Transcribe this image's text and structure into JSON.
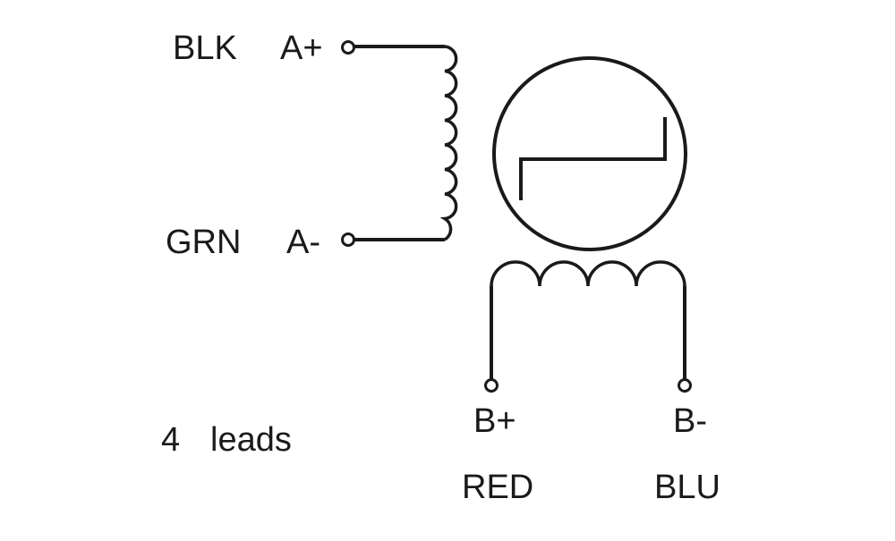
{
  "diagram": {
    "phase_a": {
      "positive_label": "A+",
      "negative_label": "A-",
      "positive_wire_color": "BLK",
      "negative_wire_color": "GRN"
    },
    "phase_b": {
      "positive_label": "B+",
      "negative_label": "B-",
      "positive_wire_color": "RED",
      "negative_wire_color": "BLU"
    },
    "lead_count": "4",
    "lead_word": "leads"
  },
  "colors": {
    "line": "#1a1a1a",
    "background": "#ffffff"
  },
  "icons": {
    "motor": "motor-rotor-icon",
    "coil": "inductor-coil-icon",
    "terminal": "terminal-circle-icon"
  }
}
